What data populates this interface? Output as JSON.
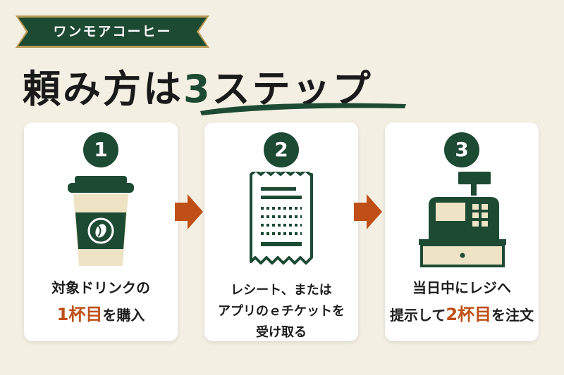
{
  "brand": {
    "label": "ワンモアコーヒー"
  },
  "title": {
    "prefix": "頼み方は",
    "number": "3",
    "suffix": "ステップ"
  },
  "steps": [
    {
      "number": "1",
      "line1": "対象ドリンクの",
      "highlight": "1杯目",
      "line2_rest": "を購入",
      "icon": "coffee-cup-icon"
    },
    {
      "number": "2",
      "line1": "レシート、または",
      "line2": "アプリのｅチケットを",
      "line3": "受け取る",
      "icon": "receipt-icon"
    },
    {
      "number": "3",
      "line1": "当日中にレジへ",
      "line2_pre": "提示して",
      "highlight": "2杯目",
      "line2_post": "を注文",
      "icon": "cash-register-icon"
    }
  ],
  "colors": {
    "background": "#f4efe3",
    "green": "#1d4a33",
    "orange": "#bf4f16",
    "cream": "#efe3c6"
  }
}
